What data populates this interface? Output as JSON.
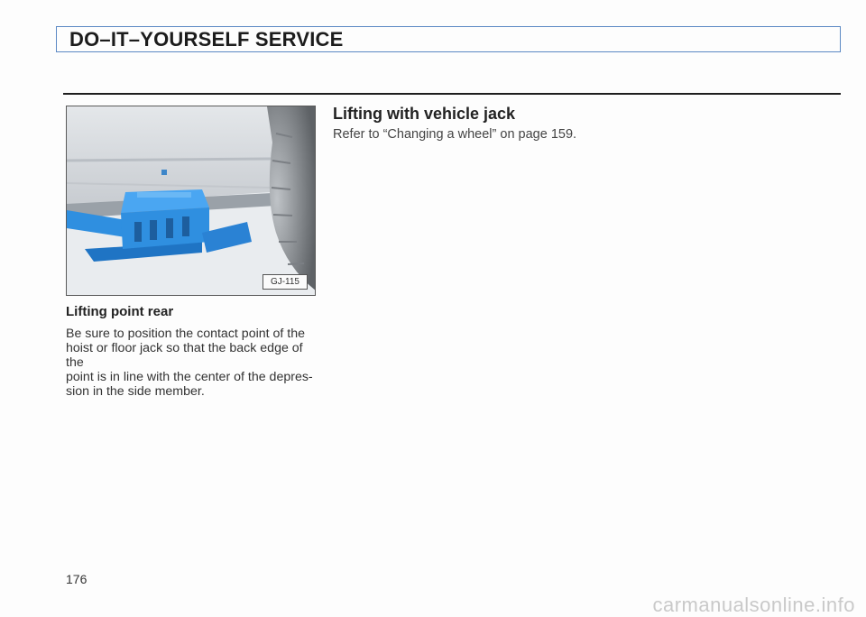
{
  "header": {
    "title": "DO–IT–YOURSELF SERVICE"
  },
  "figure": {
    "code": "GJ-115",
    "caption": "Lifting point rear"
  },
  "left_column": {
    "lines": [
      "Be sure to position the contact point of the",
      "hoist or floor jack so that the back edge of the",
      "point is in line with the center of the depres-",
      "sion in the side member."
    ]
  },
  "right_column": {
    "heading": "Lifting with vehicle jack",
    "text": "Refer to “Changing a wheel” on page 159."
  },
  "page_number": "176",
  "watermark": "carmanualsonline.info",
  "colors": {
    "header_border": "#5b89c4",
    "jack_blue": "#2f8fe0"
  }
}
